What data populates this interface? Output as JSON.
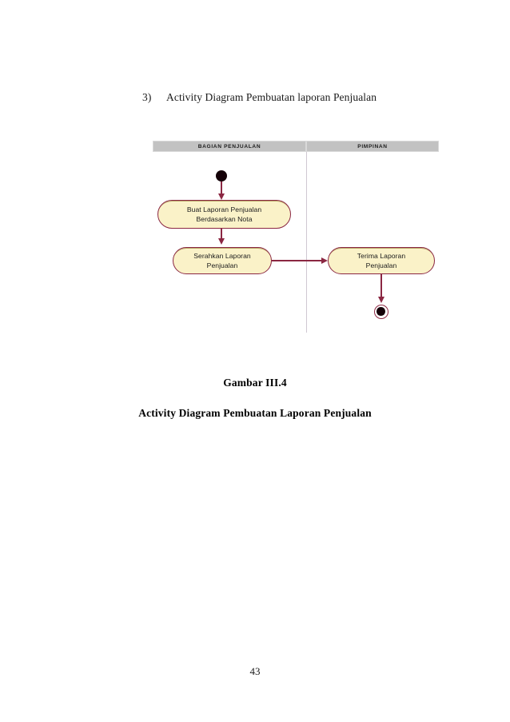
{
  "document": {
    "heading_number": "3)",
    "heading_text": "Activity Diagram Pembuatan laporan Penjualan",
    "caption_title": "Gambar III.4",
    "caption_subtitle": "Activity Diagram Pembuatan Laporan Penjualan",
    "page_number": "43"
  },
  "colors": {
    "lane_header_fill": "#c2c2c2",
    "lane_divider": "#cfc8d2",
    "activity_fill": "#faf2c8",
    "activity_border": "#8b2742",
    "edge": "#8b2742",
    "node_fill": "#140108",
    "page_background": "#ffffff"
  },
  "diagram": {
    "type": "uml-activity-diagram",
    "lanes": [
      {
        "label": "BAGIAN PENJUALAN"
      },
      {
        "label": "PIMPINAN"
      }
    ],
    "nodes": {
      "initial": {
        "name": "initial-node",
        "lane": "BAGIAN PENJUALAN"
      },
      "activity_1": {
        "line1": "Buat Laporan Penjualan",
        "line2": "Berdasarkan Nota",
        "lane": "BAGIAN PENJUALAN"
      },
      "activity_2": {
        "line1": "Serahkan Laporan",
        "line2": "Penjualan",
        "lane": "BAGIAN PENJUALAN"
      },
      "activity_3": {
        "line1": "Terima Laporan",
        "line2": "Penjualan",
        "lane": "PIMPINAN"
      },
      "final": {
        "name": "final-node",
        "lane": "PIMPINAN"
      }
    },
    "edges": [
      {
        "from": "initial",
        "to": "activity_1",
        "direction": "down"
      },
      {
        "from": "activity_1",
        "to": "activity_2",
        "direction": "down"
      },
      {
        "from": "activity_2",
        "to": "activity_3",
        "direction": "right"
      },
      {
        "from": "activity_3",
        "to": "final",
        "direction": "down"
      }
    ]
  }
}
